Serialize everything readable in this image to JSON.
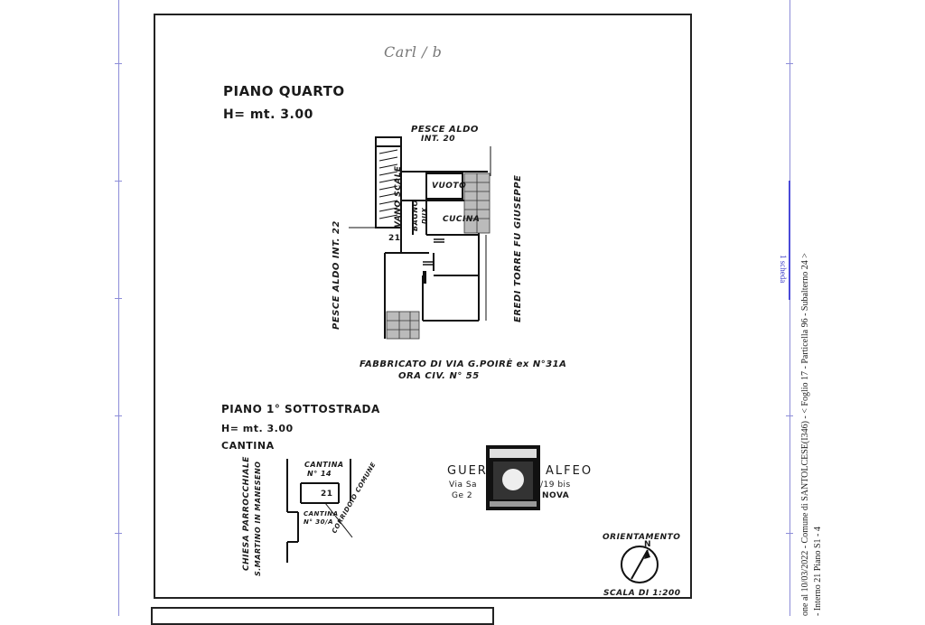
{
  "sheet": {
    "handwritten_note": "Carl / b",
    "floor4": {
      "title": "PIANO QUARTO",
      "height": "H= mt. 3.00"
    },
    "labels": {
      "north_owner": "PESCE ALDO",
      "north_owner_int": "INT. 20",
      "east_owner": "EREDI TORRE FU GIUSEPPE",
      "west_owner": "PESCE ALDO INT. 22",
      "stair": "VANO SCALE",
      "bath": "BAGNO",
      "closet": "DUX",
      "kitchen": "CUCINA",
      "void": "VUOTO",
      "interior_no": "21"
    },
    "building": {
      "line1": "FABBRICATO DI VIA G.POIRÈ ex N°31A",
      "line2": "ORA CIV. N° 55"
    },
    "basement": {
      "title": "PIANO 1° SOTTOSTRADA",
      "height": "H= mt. 3.00",
      "subtitle": "CANTINA",
      "cellar_a": "CANTINA",
      "cellar_a_no": "N° 14",
      "cellar_b": "CANTINA",
      "cellar_b_no": "N° 30/A",
      "unit_no": "21",
      "corridor": "CORRIDOIO COMUNE",
      "church_1": "CHIESA PARROCCHIALE",
      "church_2": "S.MARTINO IN MANESENO"
    },
    "stamp": {
      "name_left": "GUERR",
      "name_right": "ALFEO",
      "addr_left": "Via Sa",
      "addr_right": "/19 bis",
      "city_left": "Ge 2",
      "city_right": "NOVA"
    },
    "orientation": {
      "label": "ORIENTAMENTO",
      "north": "N",
      "scale": "SCALA DI 1:200"
    }
  },
  "margin_text": {
    "line1": "one al 10/03/2022 - Comune di SANTOLCESE(I346) - < Foglio 17 - Particella 96 - Subalterno 24 >",
    "line2": "- Interno 21 Piano S1 - 4",
    "page_marker": "1 scheda"
  }
}
